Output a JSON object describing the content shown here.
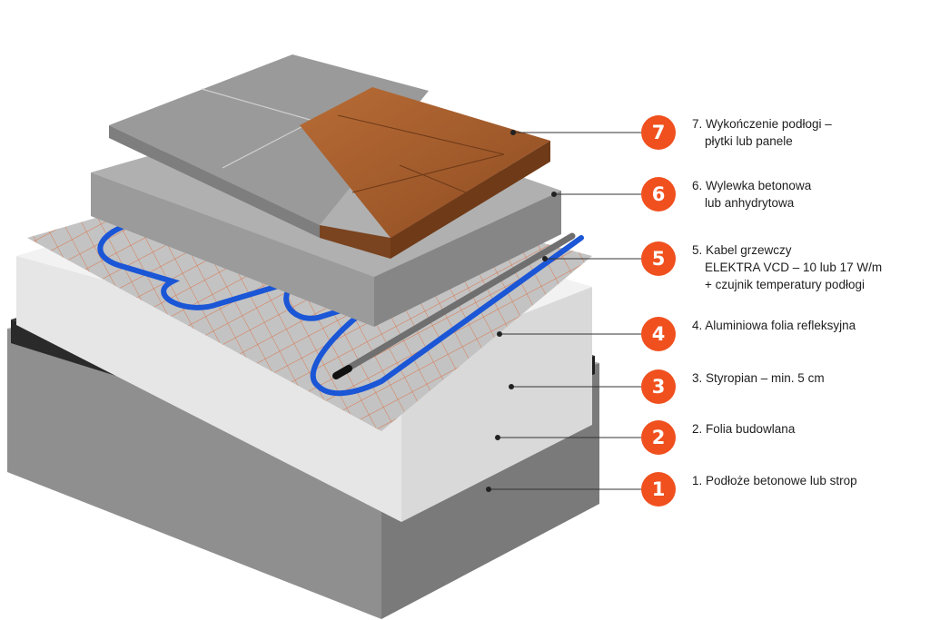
{
  "colors": {
    "accent": "#f0501e",
    "concrete": "#9a9a9a",
    "membrane": "#2f2f2f",
    "styrofoam": "#eeeeee",
    "foil": "#b9b9b9",
    "grid": "#e0602a",
    "cable": "#1a56d6",
    "screed": "#a3a3a3",
    "tile": "#8f8f8f",
    "wood": "#a75f2e"
  },
  "layers": [
    {
      "number": "7",
      "lines": [
        "7.  Wykończenie podłogi –",
        "płytki lub panele"
      ]
    },
    {
      "number": "6",
      "lines": [
        "6. Wylewka betonowa",
        "lub anhydrytowa"
      ]
    },
    {
      "number": "5",
      "lines": [
        "5. Kabel grzewczy",
        "ELEKTRA VCD – 10 lub 17 W/m",
        "+ czujnik temperatury podłogi"
      ]
    },
    {
      "number": "4",
      "lines": [
        "4. Aluminiowa folia refleksyjna"
      ]
    },
    {
      "number": "3",
      "lines": [
        "3. Styropian – min. 5 cm"
      ]
    },
    {
      "number": "2",
      "lines": [
        "2. Folia budowlana"
      ]
    },
    {
      "number": "1",
      "lines": [
        "1. Podłoże betonowe lub strop"
      ]
    }
  ]
}
